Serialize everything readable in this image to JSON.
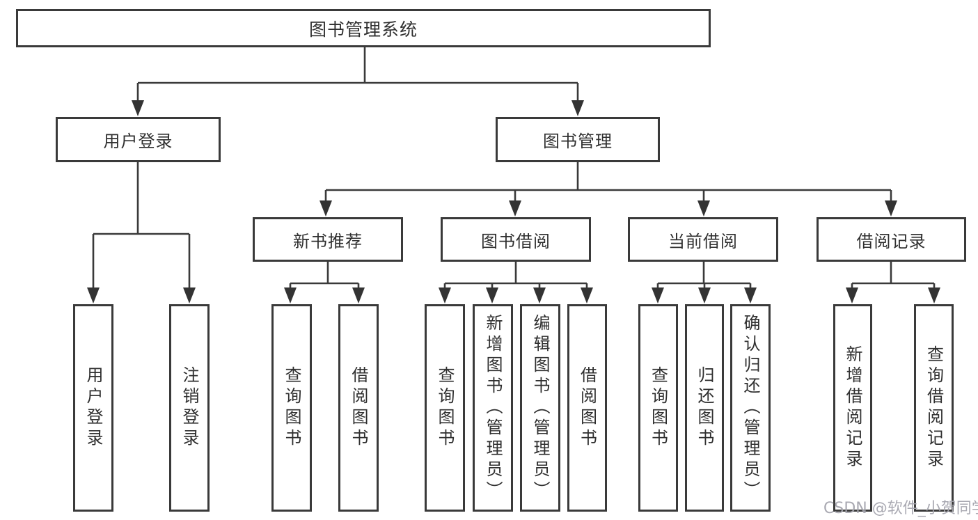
{
  "diagram_title": "图书管理系统",
  "tree": {
    "label": "图书管理系统",
    "children": [
      {
        "label": "用户登录",
        "children": [
          {
            "label": "用户登录"
          },
          {
            "label": "注销登录"
          }
        ]
      },
      {
        "label": "图书管理",
        "children": [
          {
            "label": "新书推荐",
            "children": [
              {
                "label": "查询图书"
              },
              {
                "label": "借阅图书"
              }
            ]
          },
          {
            "label": "图书借阅",
            "children": [
              {
                "label": "查询图书"
              },
              {
                "label": "新增图书（管理员）"
              },
              {
                "label": "编辑图书（管理员）"
              },
              {
                "label": "借阅图书"
              }
            ]
          },
          {
            "label": "当前借阅",
            "children": [
              {
                "label": "查询图书"
              },
              {
                "label": "归还图书"
              },
              {
                "label": "确认归还（管理员）"
              }
            ]
          },
          {
            "label": "借阅记录",
            "children": [
              {
                "label": "新增借阅记录"
              },
              {
                "label": "查询借阅记录"
              }
            ]
          }
        ]
      }
    ]
  },
  "watermark": {
    "text": "CSDN @软件_小贺同学"
  },
  "colors": {
    "line": "#3a3a3a",
    "box_border": "#3a3a3a",
    "text": "#2f2f2f",
    "watermark": "#a5a5ae",
    "background": "#ffffff"
  }
}
